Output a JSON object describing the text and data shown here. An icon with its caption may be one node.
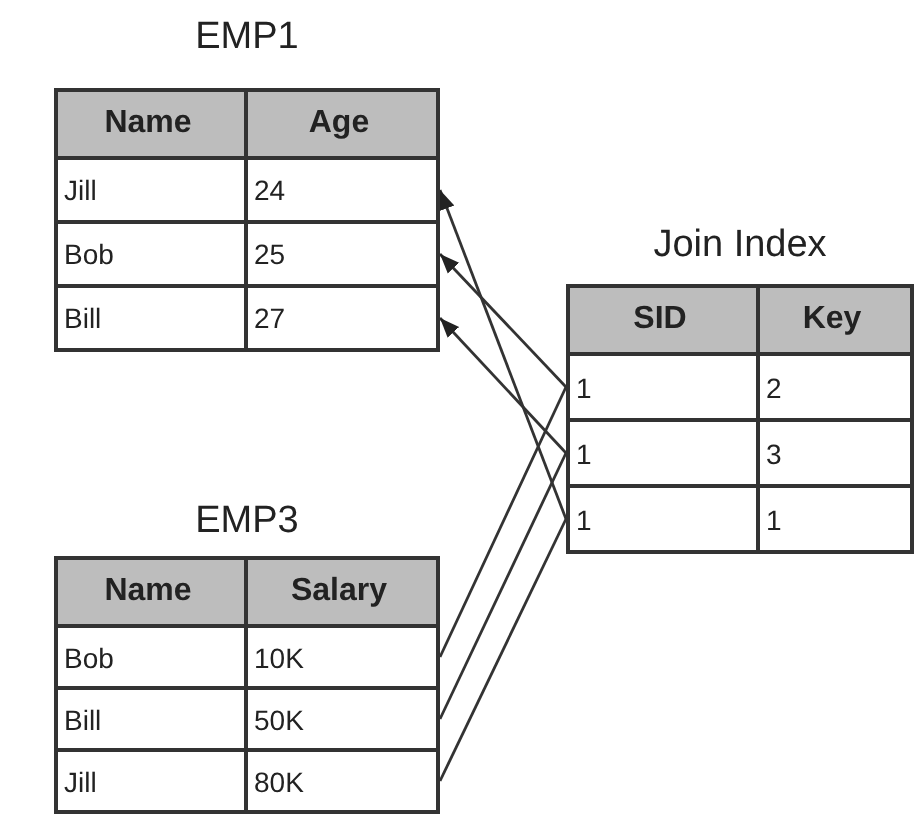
{
  "diagram": {
    "nodes": [
      {
        "text": [
          "EMP1"
        ]
      },
      {
        "text": [
          "Name",
          "Age"
        ],
        "in": 0
      },
      {
        "text": [
          "Jill",
          "24"
        ],
        "in": 0
      },
      {
        "text": [
          "Bob",
          "25"
        ],
        "in": 0
      },
      {
        "text": [
          "Bill",
          "27"
        ],
        "in": 0
      },
      {
        "text": [
          "EMP3"
        ]
      },
      {
        "text": [
          "Name",
          "Salary"
        ],
        "in": 5
      },
      {
        "text": [
          "Bob",
          "10K"
        ],
        "in": 5
      },
      {
        "text": [
          "Bill",
          "50K"
        ],
        "in": 5
      },
      {
        "text": [
          "Jill",
          "80K"
        ],
        "in": 5
      },
      {
        "text": [
          "Join Index"
        ]
      },
      {
        "text": [
          "SID",
          "Key"
        ],
        "in": 10
      },
      {
        "text": [
          "1",
          "2"
        ],
        "in": 10
      },
      {
        "text": [
          "1",
          "3"
        ],
        "in": 10
      },
      {
        "text": [
          "1",
          "1"
        ],
        "in": 10
      }
    ],
    "edges": [
      {
        "from": 12,
        "to": 3,
        "arrow": "to"
      },
      {
        "from": 13,
        "to": 4,
        "arrow": "to"
      },
      {
        "from": 14,
        "to": 2,
        "arrow": "to"
      },
      {
        "from": 12,
        "to": 7,
        "arrow": "none"
      },
      {
        "from": 13,
        "to": 8,
        "arrow": "none"
      },
      {
        "from": 14,
        "to": 9,
        "arrow": "none"
      }
    ]
  }
}
